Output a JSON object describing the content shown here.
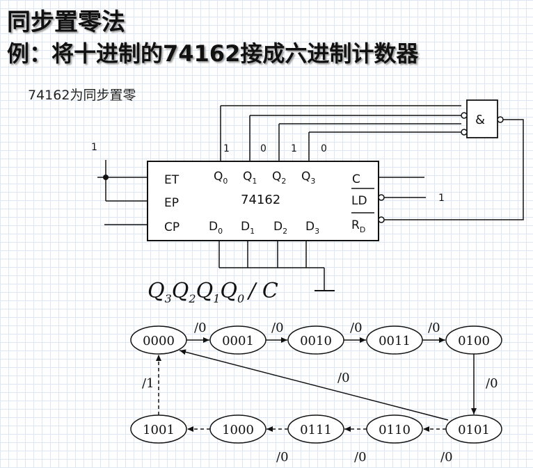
{
  "title": "同步置零法",
  "subtitle": "例：将十进制的74162接成六进制计数器",
  "note": "74162为同步置零",
  "chip": {
    "name": "74162",
    "inputs": [
      "ET",
      "EP",
      "CP"
    ],
    "outputs_q": [
      {
        "base": "Q",
        "sub": "0"
      },
      {
        "base": "Q",
        "sub": "1"
      },
      {
        "base": "Q",
        "sub": "2"
      },
      {
        "base": "Q",
        "sub": "3"
      }
    ],
    "inputs_d": [
      {
        "base": "D",
        "sub": "0"
      },
      {
        "base": "D",
        "sub": "1"
      },
      {
        "base": "D",
        "sub": "2"
      },
      {
        "base": "D",
        "sub": "3"
      }
    ],
    "right_pins": {
      "c": "C",
      "ld": "LD",
      "rd_base": "R",
      "rd_sub": "D"
    },
    "q_values": [
      "1",
      "0",
      "1",
      "0"
    ],
    "et_ep_input": "1",
    "ld_input": "1",
    "gate_label": "&"
  },
  "state_label": {
    "parts": [
      {
        "base": "Q",
        "sub": "3"
      },
      {
        "base": "Q",
        "sub": "2"
      },
      {
        "base": "Q",
        "sub": "1"
      },
      {
        "base": "Q",
        "sub": "0"
      }
    ],
    "suffix": "/ C"
  },
  "states": [
    "0000",
    "0001",
    "0010",
    "0011",
    "0100",
    "0101",
    "0110",
    "0111",
    "1000",
    "1001"
  ],
  "transitions": [
    "/0",
    "/0",
    "/0",
    "/0",
    "/0",
    "/0",
    "/0",
    "/0",
    "/0",
    "/1"
  ]
}
